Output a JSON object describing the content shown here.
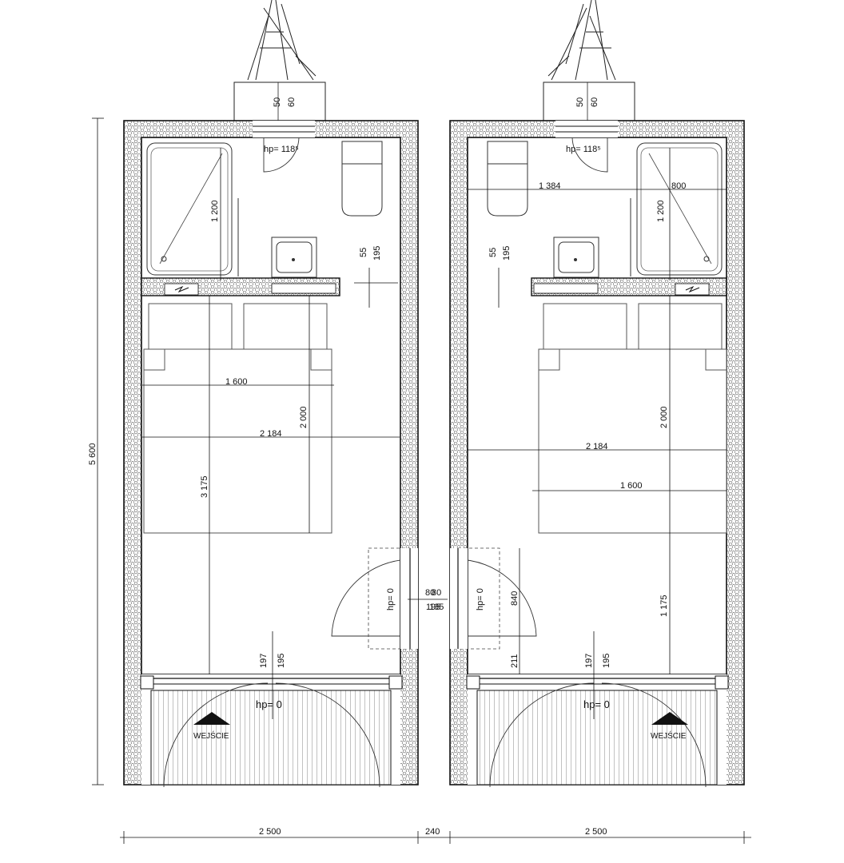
{
  "plan": {
    "units": [
      {
        "id": "left",
        "window_heights": [
          "50",
          "60"
        ],
        "window_sill": "hp= 118⁵",
        "bathroom_length": "1 200",
        "partition_dims": [
          "55",
          "195"
        ],
        "bed_width": "1 600",
        "bed_length": "2 000",
        "interior_width": "2 184",
        "room_depth": "3 175",
        "door_dims": [
          "197",
          "195"
        ],
        "door_sill": "hp= 0",
        "side_door_sill": "hp= 0",
        "entrance_label": "WEJŚCIE"
      },
      {
        "id": "right",
        "window_heights": [
          "50",
          "60"
        ],
        "window_sill": "hp= 118⁵",
        "bathroom_length": "1 200",
        "bathroom_widths": [
          "1 384",
          "800"
        ],
        "partition_dims": [
          "55",
          "195"
        ],
        "bed_width": "1 600",
        "bed_length": "2 000",
        "interior_width": "2 184",
        "room_depth": "1 175",
        "door_dims": [
          "197",
          "195"
        ],
        "door_sill": "hp= 0",
        "side_door_sill": "hp= 0",
        "side_door_height": "840",
        "side_door_offset": "211",
        "entrance_label": "WEJŚCIE"
      }
    ],
    "connector_labels": [
      "80",
      "80",
      "195",
      "195"
    ],
    "overall_height": "5 600",
    "bottom_dims": [
      "2 500",
      "240",
      "2 500"
    ],
    "colors": {
      "line": "#111111",
      "fill": "#ffffff",
      "insulation": "#9a9a9a"
    }
  }
}
